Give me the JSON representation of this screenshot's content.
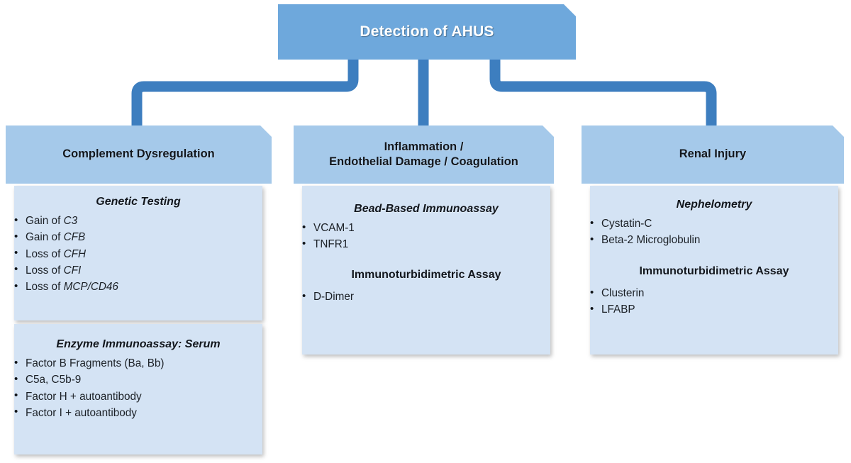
{
  "root": {
    "title": "Detection of AHUS"
  },
  "colors": {
    "root_fill": "#6ea8dc",
    "header_fill": "#a5c9ea",
    "body_fill": "#d4e3f4",
    "connector": "#3d7ebf",
    "root_text": "#ffffff",
    "body_text": "#1b2026"
  },
  "columns": [
    {
      "id": "complement-dysregulation",
      "header": "Complement Dysregulation",
      "boxes": [
        {
          "id": "genetic-testing-box",
          "sections": [
            {
              "title": "Genetic Testing",
              "title_italic": true,
              "items": [
                {
                  "prefix": "Gain of ",
                  "gene": "C3"
                },
                {
                  "prefix": "Gain of ",
                  "gene": "CFB"
                },
                {
                  "prefix": "Loss of ",
                  "gene": "CFH"
                },
                {
                  "prefix": "Loss of ",
                  "gene": "CFI"
                },
                {
                  "prefix": "Loss of ",
                  "gene": "MCP/CD46"
                }
              ]
            }
          ]
        },
        {
          "id": "enzyme-immunoassay-box",
          "sections": [
            {
              "title": "Enzyme Immunoassay: Serum",
              "title_italic": true,
              "items": [
                {
                  "prefix": "Factor B Fragments (Ba, Bb)",
                  "gene": ""
                },
                {
                  "prefix": "C5a, C5b-9",
                  "gene": ""
                },
                {
                  "prefix": "Factor H + autoantibody",
                  "gene": ""
                },
                {
                  "prefix": "Factor I + autoantibody",
                  "gene": ""
                }
              ]
            }
          ]
        }
      ]
    },
    {
      "id": "inflammation-endothelial-coagulation",
      "header": "Inflammation /\nEndothelial Damage / Coagulation",
      "boxes": [
        {
          "id": "inflammation-assays-box",
          "sections": [
            {
              "title": "Bead-Based Immunoassay",
              "title_italic": true,
              "items": [
                {
                  "prefix": "VCAM-1",
                  "gene": ""
                },
                {
                  "prefix": "TNFR1",
                  "gene": ""
                }
              ]
            },
            {
              "title": "Immunoturbidimetric Assay",
              "title_italic": false,
              "items": [
                {
                  "prefix": "D-Dimer",
                  "gene": ""
                }
              ]
            }
          ]
        }
      ]
    },
    {
      "id": "renal-injury",
      "header": "Renal Injury",
      "boxes": [
        {
          "id": "renal-assays-box",
          "sections": [
            {
              "title": "Nephelometry",
              "title_italic": true,
              "items": [
                {
                  "prefix": "Cystatin-C",
                  "gene": ""
                },
                {
                  "prefix": "Beta-2 Microglobulin",
                  "gene": ""
                }
              ]
            },
            {
              "title": "Immunoturbidimetric Assay",
              "title_italic": false,
              "items": [
                {
                  "prefix": "Clusterin",
                  "gene": ""
                },
                {
                  "prefix": "LFABP",
                  "gene": ""
                }
              ]
            }
          ]
        }
      ]
    }
  ]
}
